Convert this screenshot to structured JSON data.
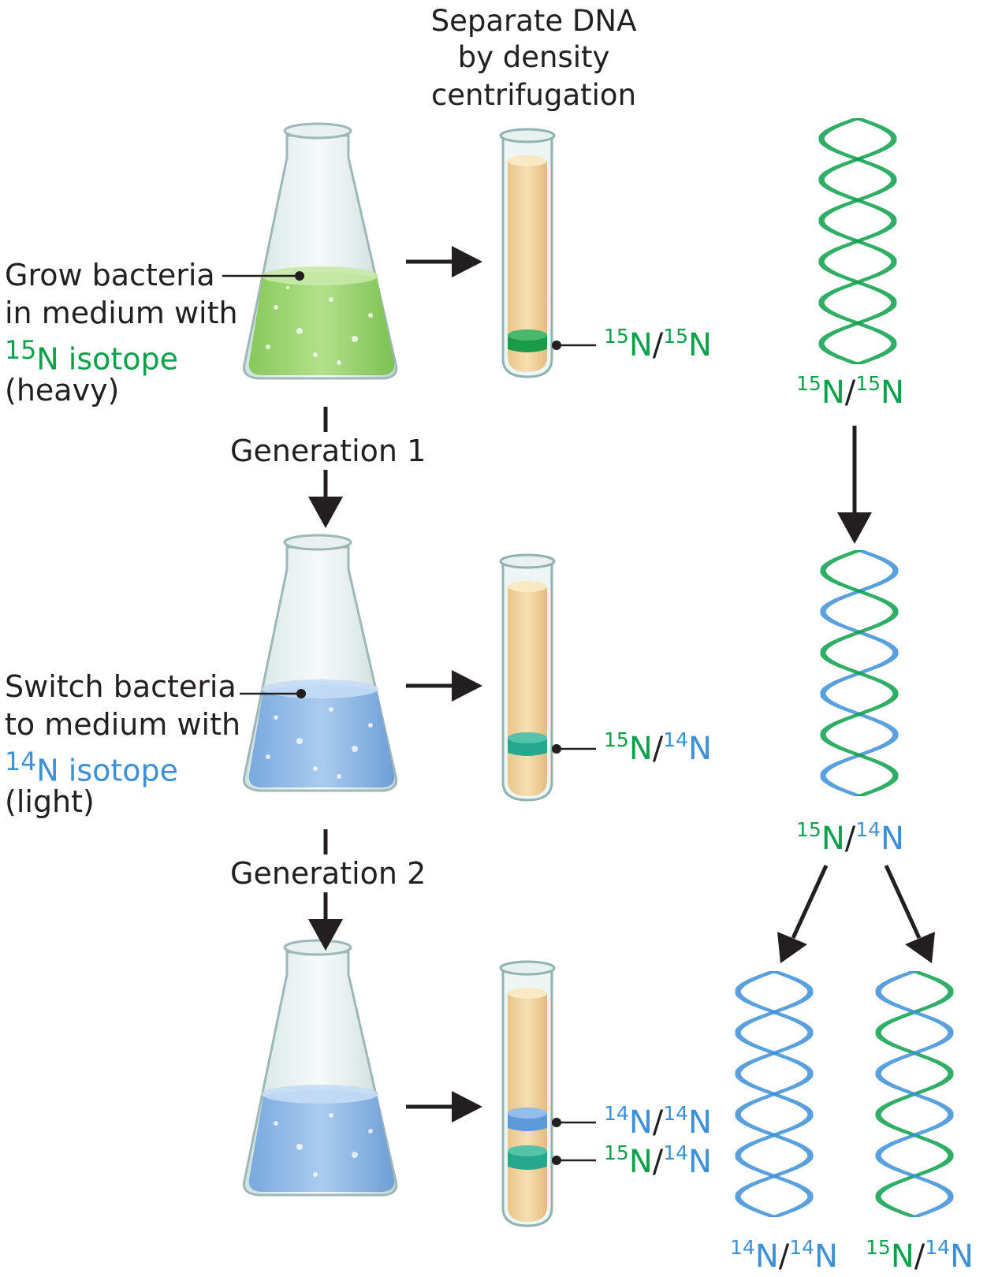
{
  "header": {
    "line1": "Separate DNA",
    "line2": "by density",
    "line3": "centrifugation"
  },
  "step1": {
    "line1": "Grow bacteria",
    "line2": "in medium with",
    "isotope_mass": "15",
    "isotope_text": "N isotope",
    "line4": "(heavy)"
  },
  "step2": {
    "line1": "Switch bacteria",
    "line2": "to medium with",
    "isotope_mass": "14",
    "isotope_text": "N isotope",
    "line4": "(light)"
  },
  "generations": {
    "gen1": "Generation 1",
    "gen2": "Generation 2"
  },
  "tube_bands": {
    "tube1_band": {
      "a": "15",
      "b": "15"
    },
    "tube2_band": {
      "a": "15",
      "b": "14"
    },
    "tube3_band_top": {
      "a": "14",
      "b": "14"
    },
    "tube3_band_bottom": {
      "a": "15",
      "b": "14"
    }
  },
  "helix_labels": {
    "helix1": {
      "a": "15",
      "b": "15"
    },
    "helix2": {
      "a": "15",
      "b": "14"
    },
    "helix3": {
      "a": "14",
      "b": "14"
    },
    "helix4": {
      "a": "15",
      "b": "14"
    }
  },
  "symbols": {
    "element": "N",
    "slash": "/"
  },
  "colors": {
    "heavy_green": "#0da04a",
    "light_blue": "#3d8fd6",
    "tube_liquid": "#f2d39a",
    "band_hybrid": "#2fb39a",
    "arrow": "#231f20"
  }
}
